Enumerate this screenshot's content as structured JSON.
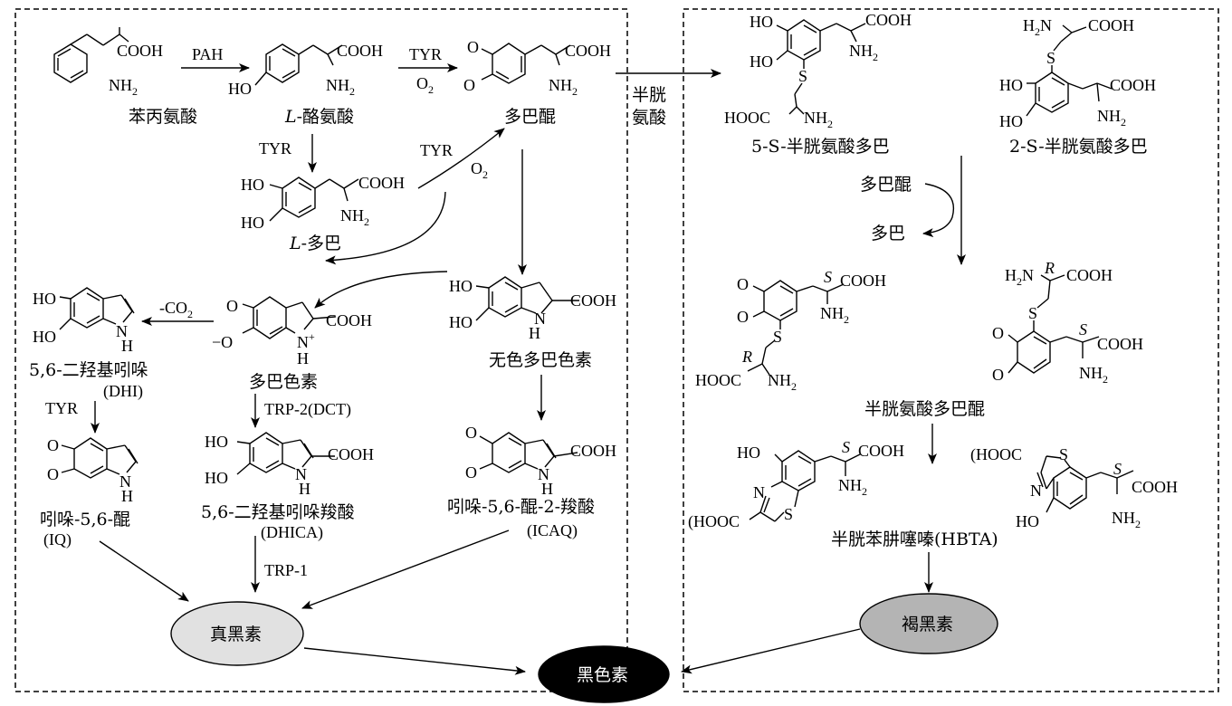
{
  "left_panel": {
    "phe": {
      "name": "苯丙氨酸",
      "cooh": "COOH",
      "nh2": "NH",
      "nh2_sub": "2"
    },
    "tyr": {
      "name_italic": "L",
      "name_rest": "-酪氨酸",
      "ho": "HO",
      "cooh": "COOH",
      "nh2": "NH",
      "nh2_sub": "2"
    },
    "dopaquinone": {
      "name": "多巴醌",
      "o1": "O",
      "o2": "O",
      "cooh": "COOH",
      "nh2": "NH",
      "nh2_sub": "2"
    },
    "dopa": {
      "name_italic": "L",
      "name_rest": "-多巴",
      "ho1": "HO",
      "ho2": "HO",
      "cooh": "COOH",
      "nh2": "NH",
      "nh2_sub": "2"
    },
    "leucodopachrome": {
      "name": "无色多巴色素",
      "ho1": "HO",
      "ho2": "HO",
      "cooh": "COOH",
      "nh": "N",
      "h": "H"
    },
    "dopachrome": {
      "name": "多巴色素",
      "o": "O",
      "o_minus": "−O",
      "cooh": "COOH",
      "n_plus": "N",
      "plus": "+",
      "h": "H"
    },
    "dhi": {
      "name": "5,6-二羟基吲哚",
      "abbr": "(DHI)",
      "ho1": "HO",
      "ho2": "HO",
      "n": "N",
      "h": "H"
    },
    "iq": {
      "name": "吲哚-5,6-醌",
      "abbr": "(IQ)",
      "o1": "O",
      "o2": "O",
      "n": "N",
      "h": "H"
    },
    "dhica": {
      "name": "5,6-二羟基吲哚羧酸",
      "abbr": "(DHICA)",
      "ho1": "HO",
      "ho2": "HO",
      "cooh": "COOH",
      "n": "N",
      "h": "H"
    },
    "icaq": {
      "name": "吲哚-5,6-醌-2-羧酸",
      "abbr": "(ICAQ)",
      "o1": "O",
      "o2": "O",
      "cooh": "COOH",
      "n": "N",
      "h": "H"
    },
    "eumelanin": "真黑素"
  },
  "right_panel": {
    "s5cd": {
      "name": "5-S-半胱氨酸多巴",
      "ho1": "HO",
      "ho2": "HO",
      "cooh": "COOH",
      "nh2": "NH",
      "nh2_sub": "2",
      "s": "S",
      "hooc": "HOOC"
    },
    "s2cd": {
      "name": "2-S-半胱氨酸多巴",
      "h2n": "H",
      "h2n_sub": "2",
      "h2n_n": "N",
      "cooh1": "COOH",
      "s": "S",
      "ho1": "HO",
      "ho2": "HO",
      "cooh2": "COOH",
      "nh2": "NH",
      "nh2_sub": "2"
    },
    "cdq_left": {
      "o1": "O",
      "o2": "O",
      "s_italic": "S",
      "cooh": "COOH",
      "nh2": "NH",
      "nh2_sub": "2",
      "s": "S",
      "r_italic": "R",
      "hooc": "HOOC"
    },
    "cdq_right": {
      "h2n": "H",
      "h2n_sub": "2",
      "h2n_n": "N",
      "r_italic": "R",
      "cooh1": "COOH",
      "s": "S",
      "o1": "O",
      "o2": "O",
      "s_italic": "S",
      "cooh2": "COOH",
      "nh2": "NH",
      "nh2_sub": "2"
    },
    "cdq_name": "半胱氨酸多巴醌",
    "hbta_left": {
      "ho": "HO",
      "s_italic": "S",
      "cooh": "COOH",
      "nh2": "NH",
      "nh2_sub": "2",
      "n": "N",
      "s": "S",
      "hooc": "(HOOC"
    },
    "hbta_right": {
      "hooc": "(HOOC",
      "s": "S",
      "n": "N",
      "s_italic": "S",
      "cooh": "COOH",
      "nh2": "NH",
      "nh2_sub": "2",
      "ho": "HO"
    },
    "hbta_name": "半胱苯肼噻嗪(HBTA)",
    "dopaquinone_label": "多巴醌",
    "dopa_label": "多巴",
    "pheomelanin": "褐黑素"
  },
  "arrows": {
    "pah": "PAH",
    "tyr1": "TYR",
    "tyr1_o2": "O",
    "tyr1_o2_sub": "2",
    "tyr2": "TYR",
    "tyr3": "TYR",
    "tyr3_o2": "O",
    "tyr3_o2_sub": "2",
    "co2": "-CO",
    "co2_sub": "2",
    "tyr4": "TYR",
    "trp2": "TRP-2(DCT)",
    "trp1": "TRP-1",
    "cysteine1": "半胱",
    "cysteine2": "氨酸"
  },
  "melanin": "黑色素",
  "colors": {
    "eumelanin_fill": "#e1e1e1",
    "pheomelanin_fill": "#b4b4b4",
    "melanin_fill": "#000000",
    "melanin_text": "#ffffff"
  }
}
